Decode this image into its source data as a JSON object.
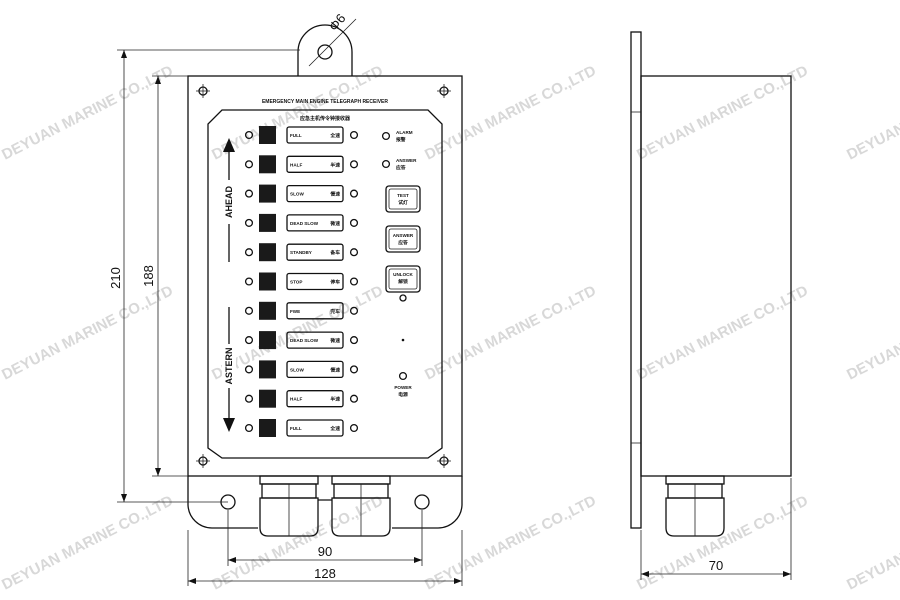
{
  "dimensions": {
    "hole_diameter": "Φ6",
    "height_outer": "210",
    "height_inner": "188",
    "hole_spacing": "90",
    "width": "128",
    "depth": "70"
  },
  "panel": {
    "title_en": "EMERGENCY MAIN ENGINE TELEGRAPH RECEIVER",
    "title_cn": "应急主机传令钟接收器",
    "ahead_label": "AHEAD",
    "astern_label": "ASTERN",
    "orders": [
      {
        "en": "FULL",
        "cn": "全速"
      },
      {
        "en": "HALF",
        "cn": "半速"
      },
      {
        "en": "SLOW",
        "cn": "慢速"
      },
      {
        "en": "DEAD SLOW",
        "cn": "微速"
      },
      {
        "en": "STANDBY",
        "cn": "备车"
      },
      {
        "en": "STOP",
        "cn": "停车"
      },
      {
        "en": "FWE",
        "cn": "完车"
      },
      {
        "en": "DEAD SLOW",
        "cn": "微速"
      },
      {
        "en": "SLOW",
        "cn": "慢速"
      },
      {
        "en": "HALF",
        "cn": "半速"
      },
      {
        "en": "FULL",
        "cn": "全速"
      }
    ],
    "indicators": {
      "alarm_en": "ALARM",
      "alarm_cn": "报警",
      "answer_en": "ANSWER",
      "answer_cn": "应答",
      "power_en": "POWER",
      "power_cn": "电源"
    },
    "buttons": {
      "test_en": "TEST",
      "test_cn": "试灯",
      "answer_en": "ANSWER",
      "answer_cn": "应答",
      "unlock_en": "UNLOCK",
      "unlock_cn": "解锁"
    }
  },
  "watermark": "DEYUAN MARINE CO.,LTD"
}
